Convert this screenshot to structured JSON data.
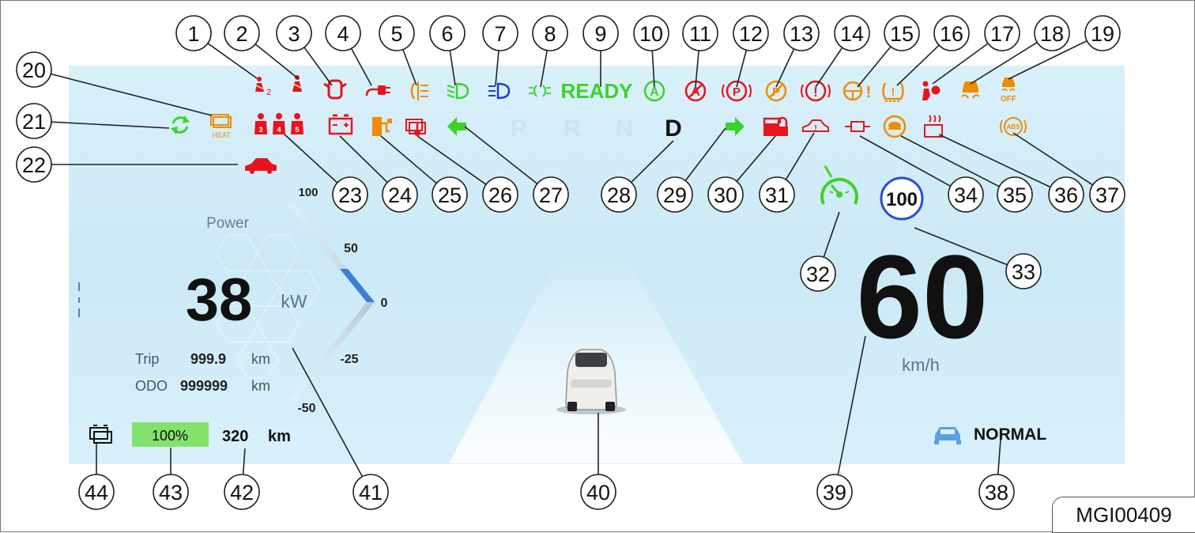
{
  "callouts": [
    {
      "n": "1",
      "item": "seat-belt-warning-rear-icon"
    },
    {
      "n": "2",
      "item": "seat-belt-warning-driver-icon"
    },
    {
      "n": "3",
      "item": "door-open-warning-icon"
    },
    {
      "n": "4",
      "item": "charging-cable-connected-icon"
    },
    {
      "n": "5",
      "item": "rear-fog-light-icon"
    },
    {
      "n": "6",
      "item": "low-beam-icon"
    },
    {
      "n": "7",
      "item": "high-beam-icon"
    },
    {
      "n": "8",
      "item": "side-marker-light-icon"
    },
    {
      "n": "9",
      "item": "ready-indicator"
    },
    {
      "n": "10",
      "item": "auto-hold-icon"
    },
    {
      "n": "11",
      "item": "auto-hold-fault-icon"
    },
    {
      "n": "12",
      "item": "parking-brake-icon"
    },
    {
      "n": "13",
      "item": "parking-brake-fault-icon"
    },
    {
      "n": "14",
      "item": "brake-system-warning-icon"
    },
    {
      "n": "15",
      "item": "steering-warning-icon"
    },
    {
      "n": "16",
      "item": "tyre-pressure-warning-icon"
    },
    {
      "n": "17",
      "item": "airbag-warning-icon"
    },
    {
      "n": "18",
      "item": "stability-control-icon"
    },
    {
      "n": "19",
      "item": "stability-control-off-icon"
    },
    {
      "n": "20",
      "item": "battery-heat-icon"
    },
    {
      "n": "21",
      "item": "energy-recovery-icon"
    },
    {
      "n": "22",
      "item": "trunk-open-icon"
    },
    {
      "n": "23",
      "item": "rear-seat-belt-status-icons"
    },
    {
      "n": "24",
      "item": "battery-charge-warning-icon"
    },
    {
      "n": "25",
      "item": "charging-indicator-icon"
    },
    {
      "n": "26",
      "item": "battery-overheat-icon"
    },
    {
      "n": "27",
      "item": "left-turn-signal-icon"
    },
    {
      "n": "28",
      "item": "gear-position-indicator"
    },
    {
      "n": "29",
      "item": "right-turn-signal-icon"
    },
    {
      "n": "30",
      "item": "security-icon"
    },
    {
      "n": "31",
      "item": "vehicle-fault-icon"
    },
    {
      "n": "32",
      "item": "cruise-control-icon"
    },
    {
      "n": "33",
      "item": "speed-limit-icon"
    },
    {
      "n": "34",
      "item": "fuse-warning-icon"
    },
    {
      "n": "35",
      "item": "turtle-mode-icon"
    },
    {
      "n": "36",
      "item": "motor-overheat-icon"
    },
    {
      "n": "37",
      "item": "abs-icon"
    },
    {
      "n": "38",
      "item": "drive-mode-display"
    },
    {
      "n": "39",
      "item": "speedometer-readout"
    },
    {
      "n": "40",
      "item": "vehicle-image"
    },
    {
      "n": "41",
      "item": "power-gauge"
    },
    {
      "n": "42",
      "item": "range-readout"
    },
    {
      "n": "43",
      "item": "battery-level-bar"
    },
    {
      "n": "44",
      "item": "battery-icon"
    }
  ],
  "status": {
    "ready": "READY",
    "seat_sub": "2",
    "heat": "HEAT",
    "off": "OFF",
    "abs": "ABS",
    "seat_numbers": [
      "3",
      "4",
      "5"
    ]
  },
  "gear": {
    "p": "P",
    "r": "R",
    "n": "N",
    "d": "D",
    "active": "D"
  },
  "power": {
    "label": "Power",
    "value": "38",
    "unit": "kW",
    "level_fraction": 0.76
  },
  "power_scale": {
    "t100": "100",
    "t50": "50",
    "t0": "0",
    "tm25": "-25",
    "tm50": "-50"
  },
  "trip": {
    "label": "Trip",
    "value": "999.9",
    "unit": "km"
  },
  "odo": {
    "label": "ODO",
    "value": "999999",
    "unit": "km"
  },
  "battery": {
    "percent": "100%",
    "level_fraction": 1.0
  },
  "range": {
    "value": "320",
    "unit": "km"
  },
  "speed": {
    "value": "60",
    "unit": "km/h"
  },
  "speed_limit": "100",
  "drive_mode": "NORMAL",
  "figure_code": "MGI00409",
  "colors": {
    "red": "#e8141c",
    "orange": "#f08c00",
    "green": "#3cd22a",
    "blue": "#1a3cd8",
    "active_gear": "#111111",
    "inactive_gear": "#c8e6f2"
  }
}
